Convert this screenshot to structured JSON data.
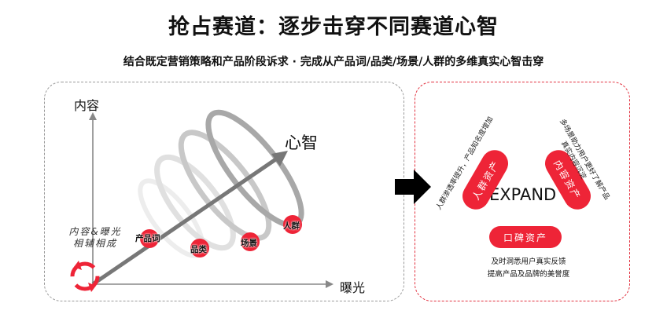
{
  "header": {
    "title": "抢占赛道：逐步击穿不同赛道心智",
    "subtitle": "结合既定营销策略和产品阶段诉求 · 完成从产品词/品类/场景/人群的多维真实心智击穿"
  },
  "left_panel": {
    "axis_y_label": "内容",
    "axis_x_label": "曝光",
    "arrow_label": "心智",
    "note_line1": "内容&曝光",
    "note_line2": "相辅相成",
    "stages": [
      "产品词",
      "品类",
      "场景",
      "人群"
    ]
  },
  "right_panel": {
    "center_label": "EXPAND",
    "pill_left": "人群资产",
    "pill_right": "内容资产",
    "pill_bottom": "口碑资产",
    "left_caption": "人群渗透率提升，产品知名度增加",
    "right_caption_1": "真实内容沉淀",
    "right_caption_2": "多场景助力用户更好了解产品",
    "bottom_caption_1": "及时洞悉用户真实反馈",
    "bottom_caption_2": "提高产品及品牌的美誉度"
  },
  "colors": {
    "accent": "#ee2437",
    "dashed_gray": "#999999",
    "axis": "#888888"
  },
  "icons": {
    "arrow_icon": "right-arrow-icon",
    "cycle_icon": "cycle-icon"
  }
}
